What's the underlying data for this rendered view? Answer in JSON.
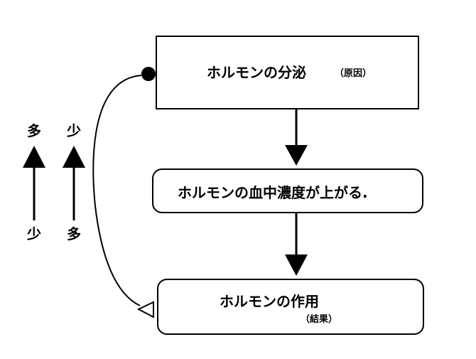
{
  "boxes": {
    "secretion": {
      "label": "ホルモンの分泌",
      "sub": "（原因）"
    },
    "level": {
      "label": "ホルモンの血中濃度が上がる."
    },
    "action": {
      "label": "ホルモンの作用",
      "sub": "（結果）"
    }
  },
  "indicators": {
    "column1": {
      "top": "多",
      "bottom": "少"
    },
    "column2": {
      "top": "少",
      "bottom": "多"
    }
  }
}
